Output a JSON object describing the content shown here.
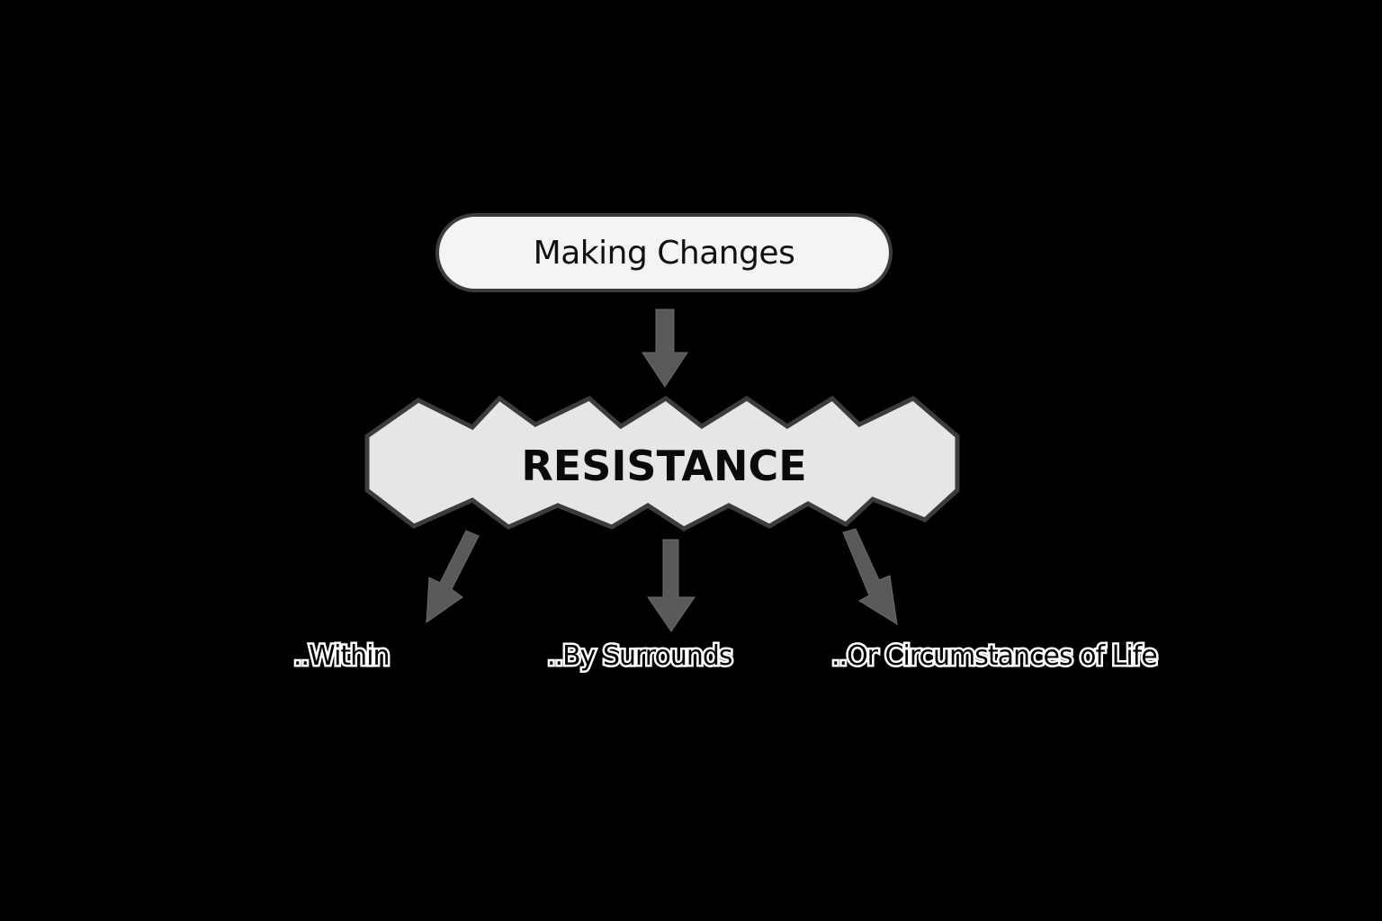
{
  "diagram": {
    "top_node": {
      "label": "Making Changes"
    },
    "center_node": {
      "label": "RESISTANCE"
    },
    "outcomes": [
      {
        "label": "..Within"
      },
      {
        "label": "..By Surrounds"
      },
      {
        "label": "..Or Circumstances of Life"
      }
    ],
    "colors": {
      "background": "#000000",
      "node_fill": "#f4f4f4",
      "center_fill": "#e6e6e6",
      "outline": "#3c3c3c",
      "arrow": "#595959",
      "text": "#111111"
    }
  }
}
